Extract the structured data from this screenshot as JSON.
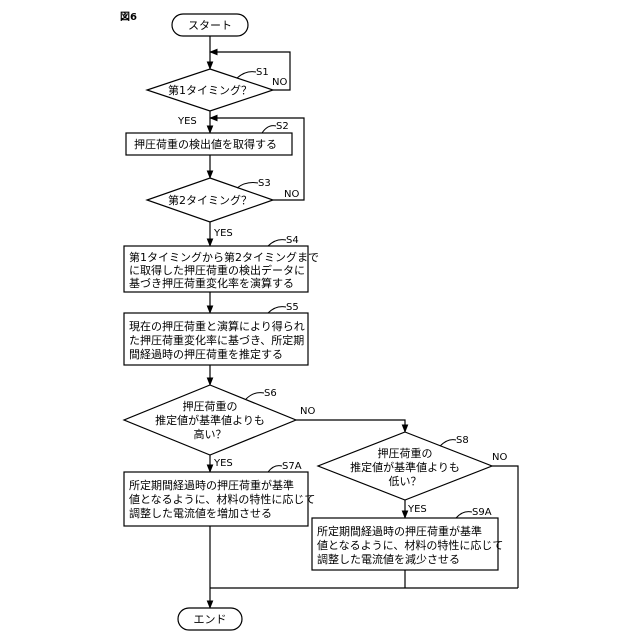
{
  "figure_label": "図6",
  "nodes": {
    "start": {
      "text": "スタート"
    },
    "s1": {
      "step": "S1",
      "text": "第1タイミング？"
    },
    "s2": {
      "step": "S2",
      "text": "押圧荷重の検出値を取得する"
    },
    "s3": {
      "step": "S3",
      "text": "第2タイミング？"
    },
    "s4": {
      "step": "S4",
      "lines": [
        "第1タイミングから第2タイミングまで",
        "に取得した押圧荷重の検出データに",
        "基づき押圧荷重変化率を演算する"
      ]
    },
    "s5": {
      "step": "S5",
      "lines": [
        "現在の押圧荷重と演算により得られ",
        "た押圧荷重変化率に基づき、所定期",
        "間経過時の押圧荷重を推定する"
      ]
    },
    "s6": {
      "step": "S6",
      "lines": [
        "押圧荷重の",
        "推定値が基準値よりも",
        "高い？"
      ]
    },
    "s7a": {
      "step": "S7A",
      "lines": [
        "所定期間経過時の押圧荷重が基準",
        "値となるように、材料の特性に応じて",
        "調整した電流値を増加させる"
      ]
    },
    "s8": {
      "step": "S8",
      "lines": [
        "押圧荷重の",
        "推定値が基準値よりも",
        "低い？"
      ]
    },
    "s9a": {
      "step": "S9A",
      "lines": [
        "所定期間経過時の押圧荷重が基準",
        "値となるように、材料の特性に応じて",
        "調整した電流値を減少させる"
      ]
    },
    "end": {
      "text": "エンド"
    }
  },
  "branch_labels": {
    "yes": "YES",
    "no": "NO"
  }
}
